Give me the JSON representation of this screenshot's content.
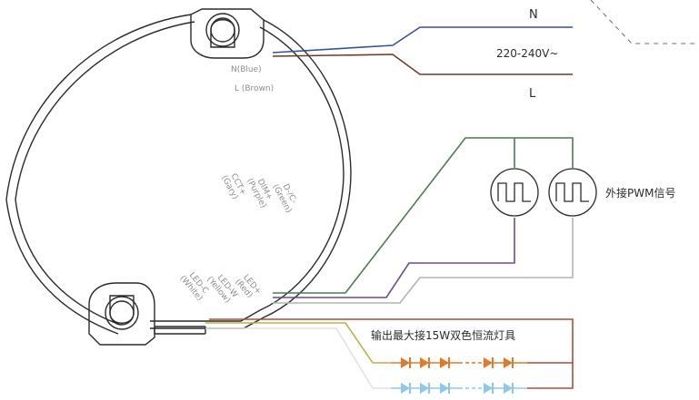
{
  "labels": {
    "n": "N",
    "voltage": "220-240V~",
    "l": "L",
    "pwm": "外接PWM信号",
    "output": "输出最大接15W双色恒流灯具"
  },
  "terminals": {
    "n_blue": "N(Blue)",
    "l_brown": "L (Brown)",
    "d_c": "D-/C-",
    "green": "(Green)",
    "dim": "DIM+",
    "purple": "(Purple)",
    "cct": "CCT+",
    "gary": "(Gary)",
    "led_plus": "LED+",
    "red": "(Red)",
    "led_w": "LED-W",
    "yellow": "(Yellow)",
    "led_c": "LED-C",
    "white": "(White)"
  },
  "colors": {
    "blue_wire": "#3a4f9a",
    "brown_wire": "#6b3a2a",
    "green_wire": "#4f7a52",
    "purple_wire": "#6e4b86",
    "gray_wire": "#b3b3b3",
    "red_wire": "#b04a3a",
    "yellow_wire": "#b9b34a",
    "white_wire": "#e2e2e2",
    "warm_led": "#e07a2c",
    "cool_led": "#8cc8e8",
    "outline": "#2a2a2a"
  },
  "icons": {
    "pwm_signal": "square-wave-icon",
    "led": "led-diode-icon"
  }
}
